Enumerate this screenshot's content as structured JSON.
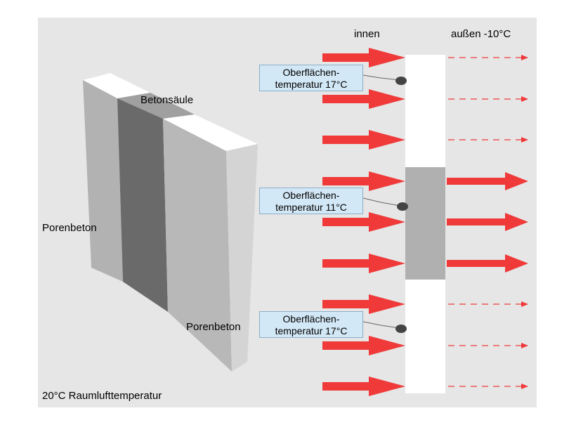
{
  "labels": {
    "inside": "innen",
    "outside": "außen -10°C",
    "column": "Betonsäule",
    "aerated_top": "Porenbeton",
    "aerated_bottom": "Porenbeton",
    "room_temp": "20°C Raumlufttemperatur"
  },
  "surface_boxes": [
    {
      "line1": "Oberflächen-",
      "line2": "temperatur 17°C"
    },
    {
      "line1": "Oberflächen-",
      "line2": "temperatur 11°C"
    },
    {
      "line1": "Oberflächen-",
      "line2": "temperatur 17°C"
    }
  ],
  "colors": {
    "heat_arrow": "#f03a3a",
    "panel_bg": "#e6e6e6",
    "aerated_concrete": "#b0b0b0",
    "concrete_column": "#6e6e6e",
    "box_fill": "#d3e8f6"
  }
}
